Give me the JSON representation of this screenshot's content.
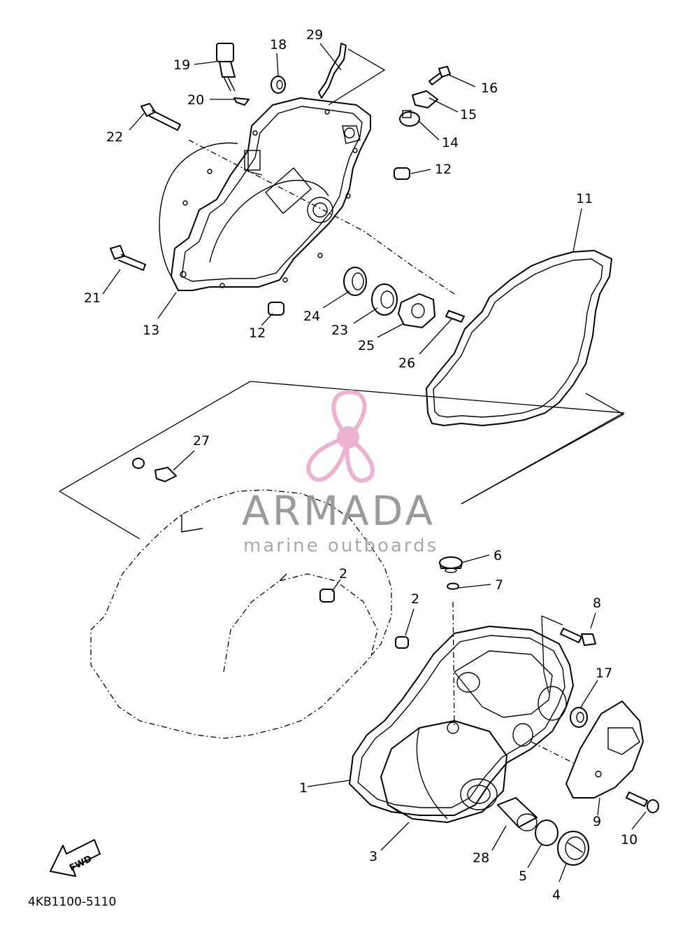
{
  "diagram": {
    "code": "4KB1100-5110",
    "fwd_label": "FWD"
  },
  "watermark": {
    "title": "ARMADA",
    "subtitle": "marine outboards",
    "logo_color": "#e8a6c8"
  },
  "callouts": {
    "c1": "1",
    "c2a": "2",
    "c2b": "2",
    "c3": "3",
    "c4": "4",
    "c5": "5",
    "c6": "6",
    "c7": "7",
    "c8": "8",
    "c9": "9",
    "c10": "10",
    "c11": "11",
    "c12a": "12",
    "c12b": "12",
    "c13": "13",
    "c14": "14",
    "c15": "15",
    "c16": "16",
    "c17": "17",
    "c18": "18",
    "c19": "19",
    "c20": "20",
    "c21": "21",
    "c22": "22",
    "c23": "23",
    "c24": "24",
    "c25": "25",
    "c26": "26",
    "c27": "27",
    "c28": "28",
    "c29": "29"
  }
}
